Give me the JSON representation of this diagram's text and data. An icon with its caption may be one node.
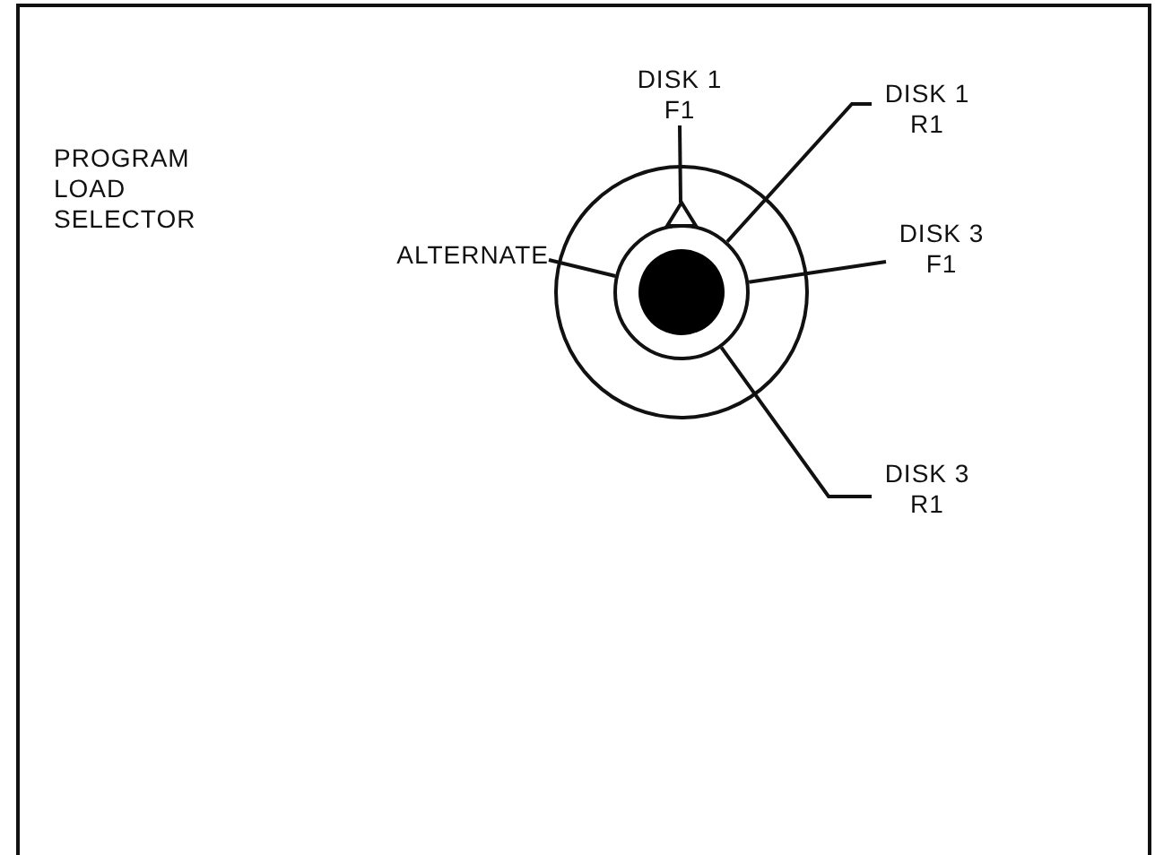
{
  "diagram": {
    "nodes": [
      {
        "text": [
          "DISK 1 F1"
        ]
      },
      {
        "text": [
          "DISK 1 R1"
        ]
      },
      {
        "text": [
          "ALTERNATE"
        ]
      },
      {
        "text": [
          "DISK 3 F1"
        ]
      },
      {
        "text": [
          "DISK 3 R1"
        ]
      },
      {
        "text": [],
        "shape": "circle"
      }
    ],
    "edges": [
      {
        "from": 0,
        "to": 5,
        "arrow": "none"
      },
      {
        "from": 1,
        "to": 5,
        "arrow": "none"
      },
      {
        "from": 2,
        "to": 5,
        "arrow": "none"
      },
      {
        "from": 3,
        "to": 5,
        "arrow": "none"
      },
      {
        "from": 4,
        "to": 5,
        "arrow": "none"
      }
    ],
    "labels": [
      "PROGRAM LOAD SELECTOR"
    ]
  }
}
